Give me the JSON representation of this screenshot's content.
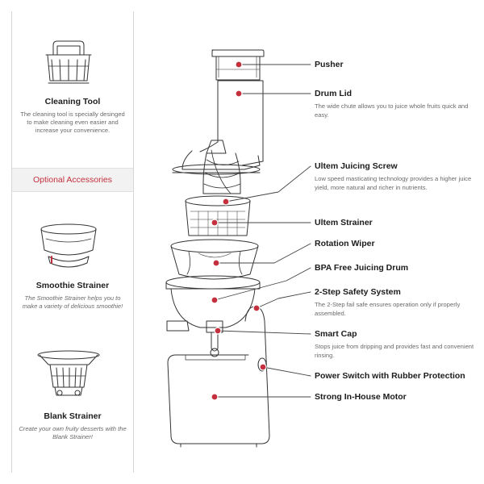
{
  "sidebar": {
    "cleaning_tool": {
      "title": "Cleaning Tool",
      "desc": "The cleaning tool is specially desinged to make cleaning even easier and increase your convenience."
    },
    "optional_accessories": "Optional Accessories",
    "smoothie_strainer": {
      "title": "Smoothie Strainer",
      "desc": "The Smoothie Strainer helps  you to make a variety of delicious smoothie!"
    },
    "blank_strainer": {
      "title": "Blank  Strainer",
      "desc": "Create your own fruity desserts with the Blank Strainer!"
    }
  },
  "labels": [
    {
      "title": "Pusher",
      "desc": ""
    },
    {
      "title": "Drum Lid",
      "desc": "The wide chute allows  you to juice whole fruits quick and easy."
    },
    {
      "title": "Ultem Juicing Screw",
      "desc": "Low speed masticating technology provides a higher juice yield, more natural and richer in nutrients."
    },
    {
      "title": "Ultem Strainer",
      "desc": ""
    },
    {
      "title": "Rotation Wiper",
      "desc": ""
    },
    {
      "title": "BPA Free Juicing Drum",
      "desc": ""
    },
    {
      "title": "2-Step Safety System",
      "desc": "The 2-Step fail safe ensures operation only if properly assembled."
    },
    {
      "title": "Smart Cap",
      "desc": "Stops juice from dripping  and provides fast and convenient rinsing."
    },
    {
      "title": "Power Switch with Rubber Protection",
      "desc": ""
    },
    {
      "title": "Strong In-House Motor",
      "desc": ""
    }
  ],
  "colors": {
    "accent": "#c4303e",
    "line": "#333333",
    "muted": "#6a6a6a"
  }
}
